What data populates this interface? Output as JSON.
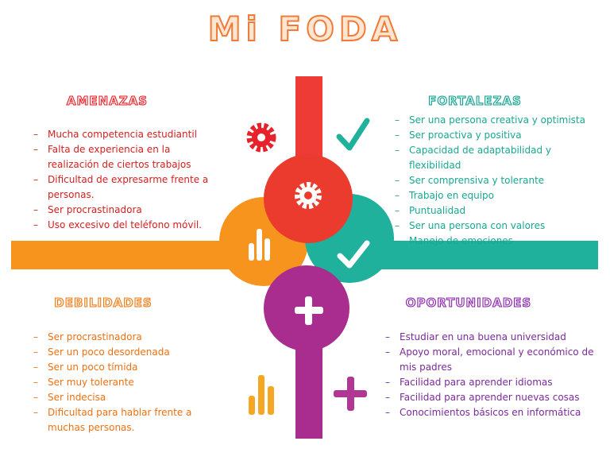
{
  "title": "Mi FODA",
  "colors": {
    "amenazas": "#e8222a",
    "fortalezas": "#1fb19c",
    "debilidades": "#f7941d",
    "oportunidades": "#a92d8e",
    "title_stroke": "#f07a3a"
  },
  "amenazas": {
    "heading": "AMENAZAS",
    "items": [
      "Mucha competencia estudiantil",
      "Falta de experiencia en la realización de ciertos trabajos",
      "Dificultad de expresarme frente a personas.",
      "Ser procrastinadora",
      "Uso excesivo del teléfono móvil."
    ]
  },
  "fortalezas": {
    "heading": "FORTALEZAS",
    "items": [
      "Ser una persona creativa y optimista",
      "Ser proactiva y positiva",
      "Capacidad de adaptabilidad y flexibilidad",
      "Ser comprensiva y tolerante",
      "Trabajo en equipo",
      "Puntualidad",
      "Ser una persona con valores",
      "Manejo de emociones"
    ]
  },
  "debilidades": {
    "heading": "DEBILIDADES",
    "items": [
      "Ser procrastinadora",
      "Ser un poco desordenada",
      "Ser un poco tímida",
      "Ser muy tolerante",
      "Ser indecisa",
      "Dificultad para hablar frente a muchas personas."
    ]
  },
  "oportunidades": {
    "heading": "OPORTUNIDADES",
    "items": [
      "Estudiar en una buena universidad",
      "Apoyo moral, emocional y económico de mis padres",
      "Facilidad para aprender idiomas",
      "Facilidad para aprender nuevas cosas",
      "Conocimientos básicos en informática"
    ]
  },
  "icons": [
    "gear-icon",
    "check-icon",
    "bar-chart-icon",
    "plus-icon"
  ]
}
